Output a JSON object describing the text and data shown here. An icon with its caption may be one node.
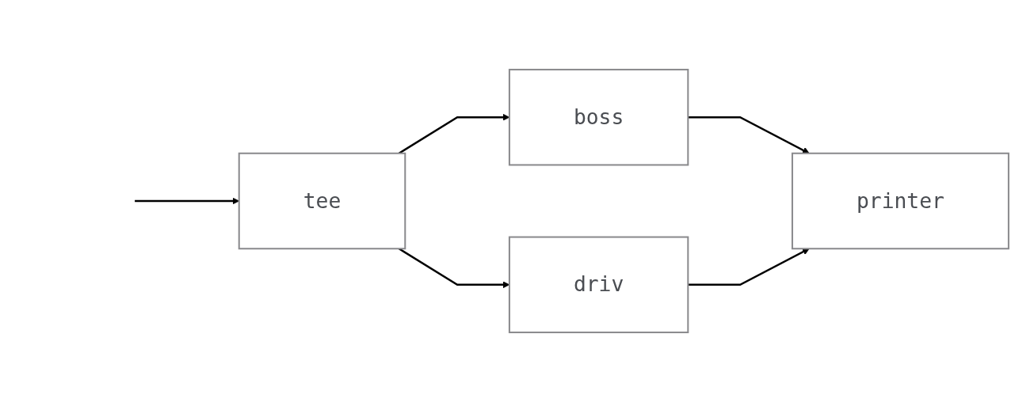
{
  "diagram": {
    "nodes": [
      {
        "text": [
          "tee"
        ]
      },
      {
        "text": [
          "boss"
        ]
      },
      {
        "text": [
          "driv"
        ]
      },
      {
        "text": [
          "printer"
        ]
      }
    ],
    "edges": [
      {
        "from": null,
        "to": 0,
        "arrow": "to"
      },
      {
        "from": 0,
        "to": 1,
        "arrow": "to"
      },
      {
        "from": 0,
        "to": 2,
        "arrow": "to"
      },
      {
        "from": 1,
        "to": 3,
        "arrow": "to"
      },
      {
        "from": 2,
        "to": 3,
        "arrow": "to"
      }
    ]
  }
}
